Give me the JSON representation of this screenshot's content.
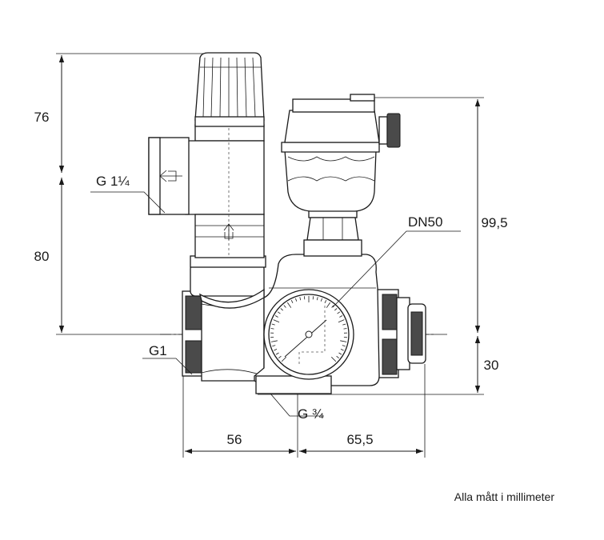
{
  "dimensions": {
    "height_upper": "76",
    "height_lower": "80",
    "height_right_top": "99,5",
    "height_right_bottom": "30",
    "width_left": "56",
    "width_right": "65,5"
  },
  "callouts": {
    "inlet_thread": "G 1¼",
    "pipe_thread": "G1",
    "gauge_thread": "G ¾",
    "nominal_size": "DN50"
  },
  "footnote": "Alla mått i millimeter"
}
